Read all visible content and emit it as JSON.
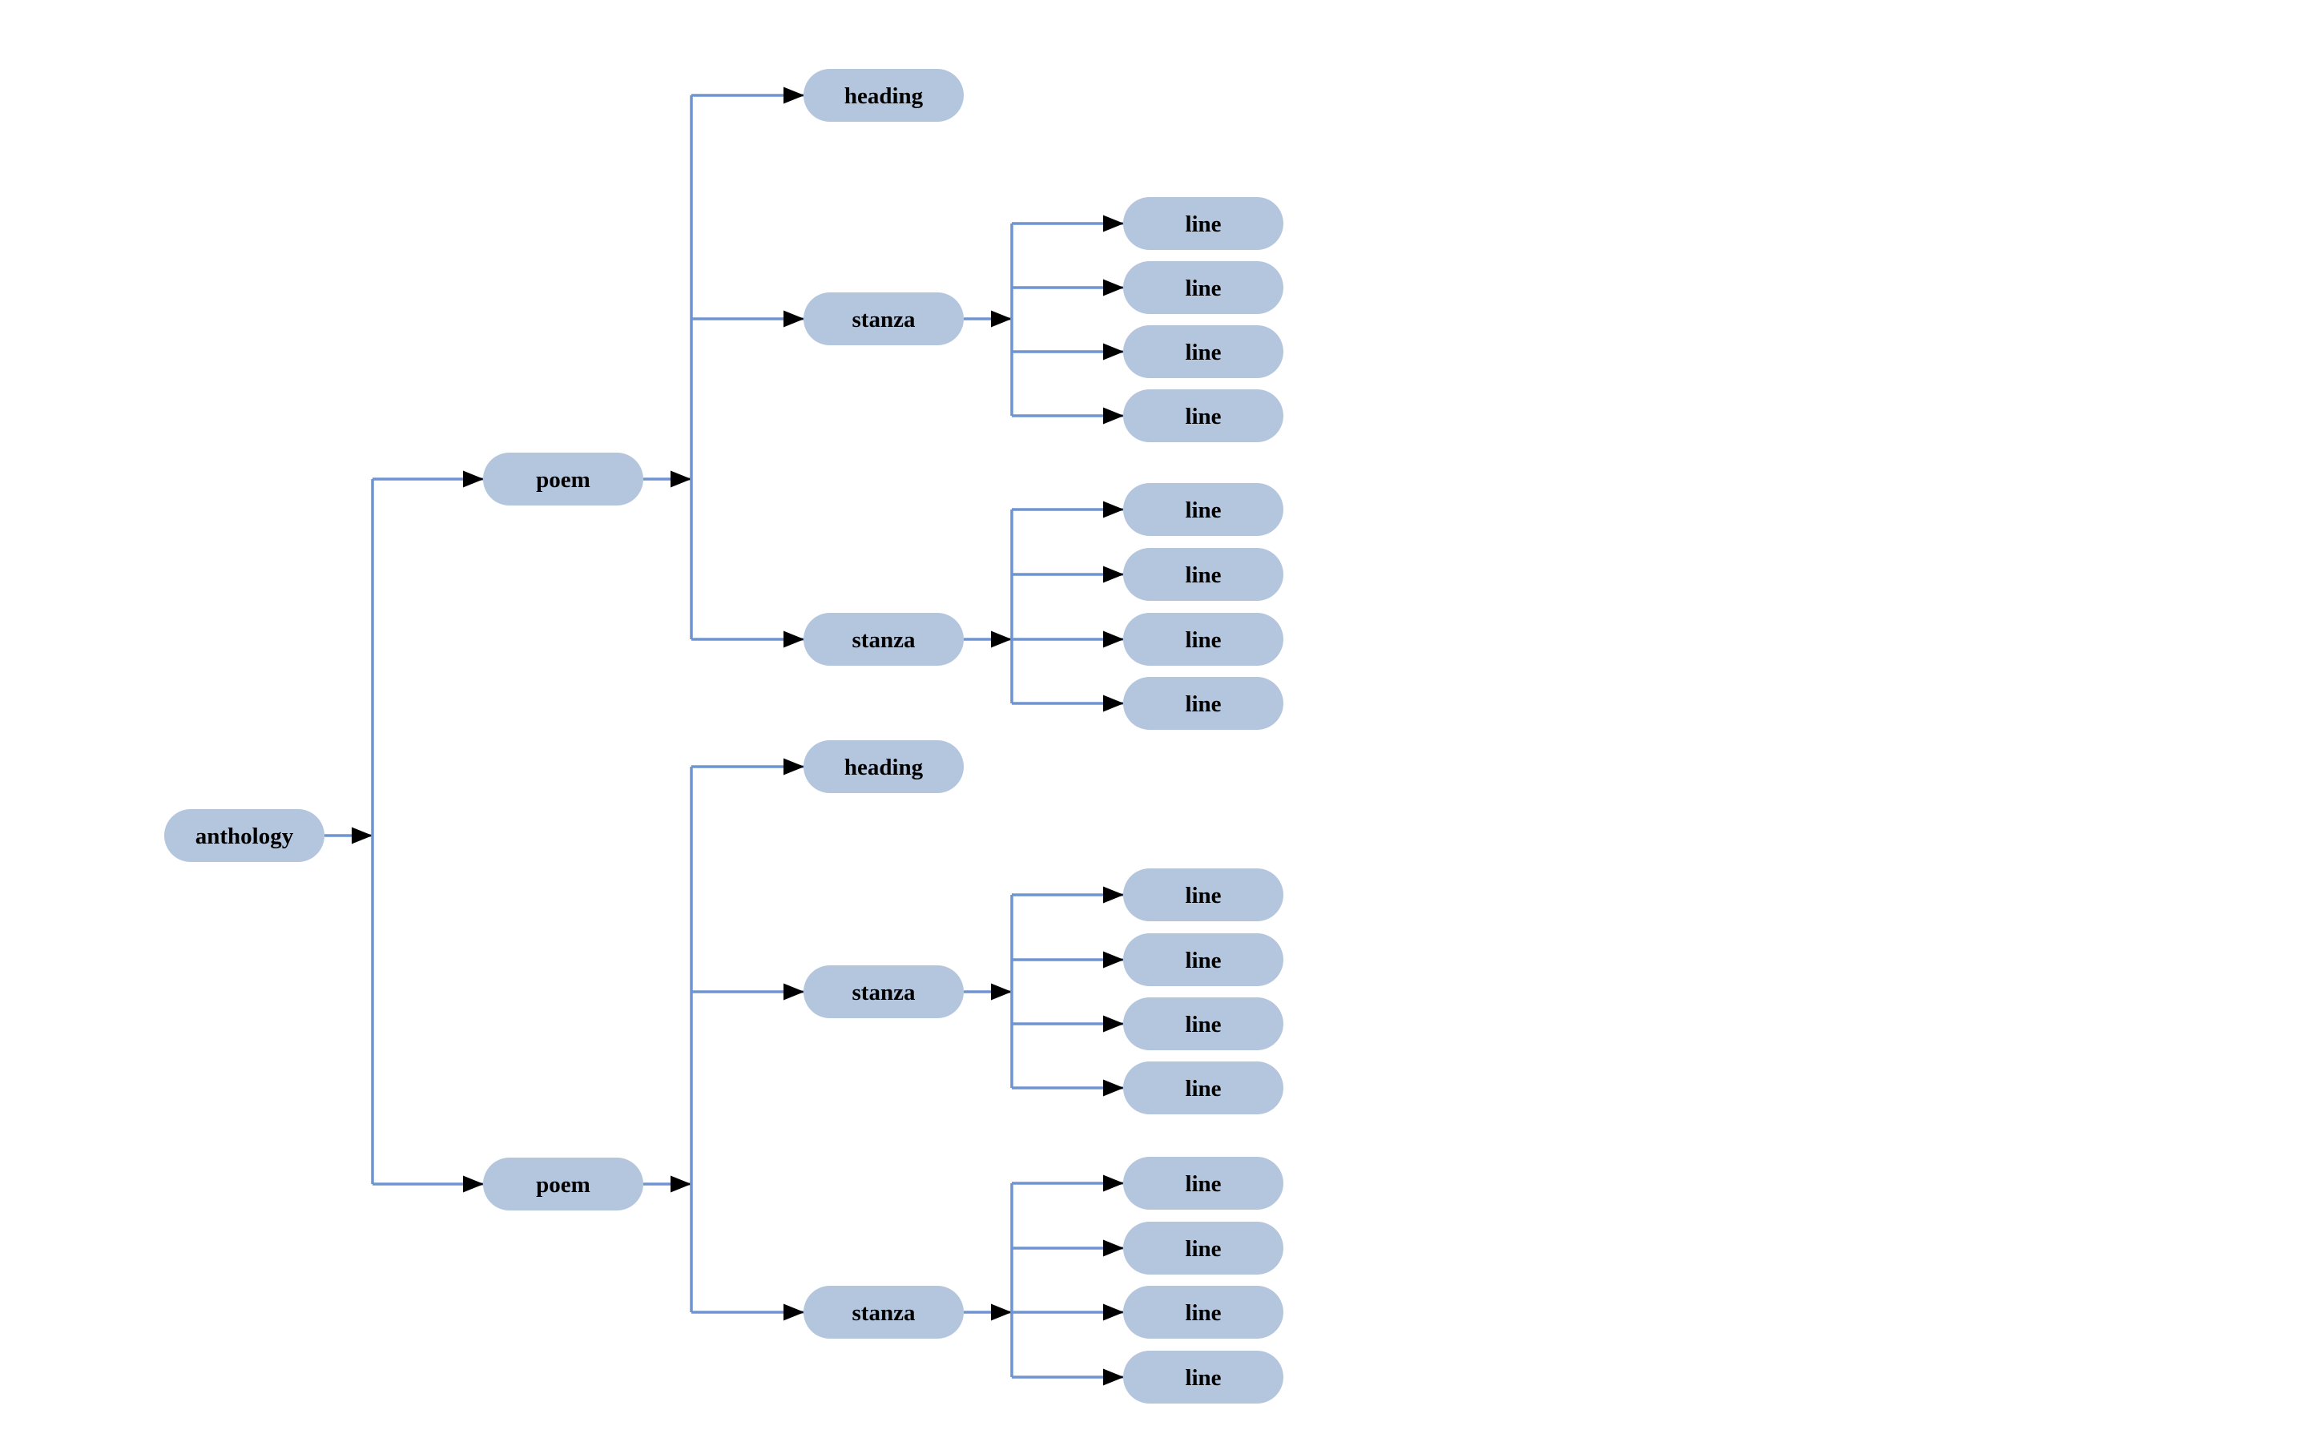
{
  "diagram": {
    "type": "tree",
    "colors": {
      "node_fill": "#b4c6de",
      "edge_line": "#6e94d2",
      "arrowhead": "#000000",
      "node_text": "#000000",
      "background": "#ffffff"
    },
    "tree": {
      "label": "anthology",
      "children": [
        {
          "label": "poem",
          "children": [
            {
              "label": "heading",
              "children": []
            },
            {
              "label": "stanza",
              "children": [
                {
                  "label": "line",
                  "children": []
                },
                {
                  "label": "line",
                  "children": []
                },
                {
                  "label": "line",
                  "children": []
                },
                {
                  "label": "line",
                  "children": []
                }
              ]
            },
            {
              "label": "stanza",
              "children": [
                {
                  "label": "line",
                  "children": []
                },
                {
                  "label": "line",
                  "children": []
                },
                {
                  "label": "line",
                  "children": []
                },
                {
                  "label": "line",
                  "children": []
                }
              ]
            }
          ]
        },
        {
          "label": "poem",
          "children": [
            {
              "label": "heading",
              "children": []
            },
            {
              "label": "stanza",
              "children": [
                {
                  "label": "line",
                  "children": []
                },
                {
                  "label": "line",
                  "children": []
                },
                {
                  "label": "line",
                  "children": []
                },
                {
                  "label": "line",
                  "children": []
                }
              ]
            },
            {
              "label": "stanza",
              "children": [
                {
                  "label": "line",
                  "children": []
                },
                {
                  "label": "line",
                  "children": []
                },
                {
                  "label": "line",
                  "children": []
                },
                {
                  "label": "line",
                  "children": []
                }
              ]
            }
          ]
        }
      ]
    }
  }
}
